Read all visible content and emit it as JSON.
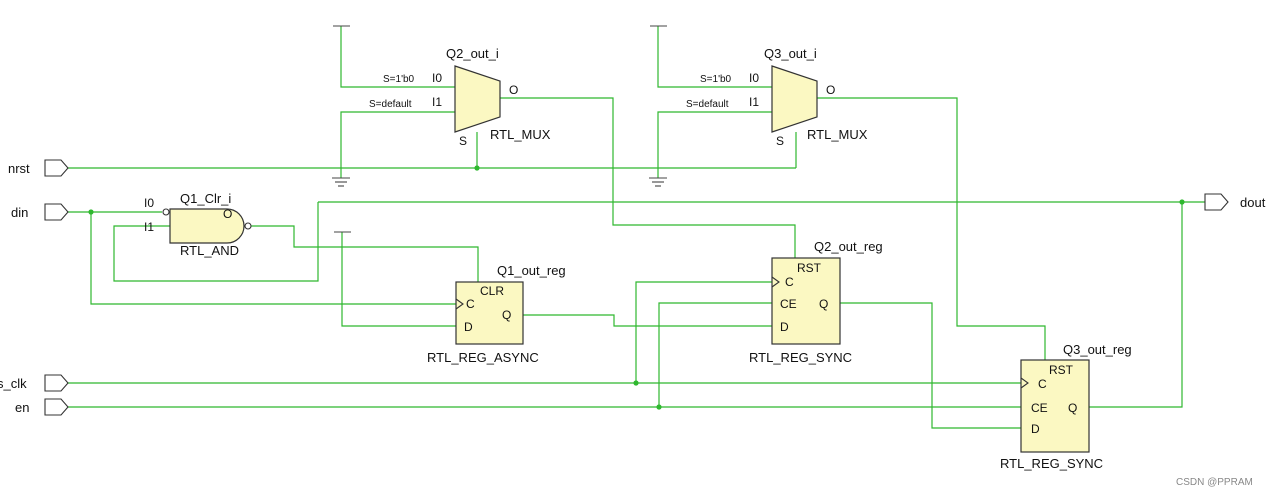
{
  "ports": {
    "inputs": [
      "nrst",
      "din",
      "s_clk",
      "en"
    ],
    "outputs": [
      "dout"
    ]
  },
  "cells": {
    "q2_mux": {
      "instance": "Q2_out_i",
      "type": "RTL_MUX",
      "pins": [
        "I0",
        "I1",
        "S",
        "O"
      ],
      "sel0": "S=1'b0",
      "sel1": "S=default"
    },
    "q3_mux": {
      "instance": "Q3_out_i",
      "type": "RTL_MUX",
      "pins": [
        "I0",
        "I1",
        "S",
        "O"
      ],
      "sel0": "S=1'b0",
      "sel1": "S=default"
    },
    "and_gate": {
      "instance": "Q1_Clr_i",
      "type": "RTL_AND",
      "pins": [
        "I0",
        "I1",
        "O"
      ]
    },
    "q1_reg": {
      "instance": "Q1_out_reg",
      "type": "RTL_REG_ASYNC",
      "pins": [
        "CLR",
        "C",
        "D",
        "Q"
      ]
    },
    "q2_reg": {
      "instance": "Q2_out_reg",
      "type": "RTL_REG_SYNC",
      "pins": [
        "RST",
        "C",
        "CE",
        "D",
        "Q"
      ]
    },
    "q3_reg": {
      "instance": "Q3_out_reg",
      "type": "RTL_REG_SYNC",
      "pins": [
        "RST",
        "C",
        "CE",
        "D",
        "Q"
      ]
    }
  },
  "watermark": "CSDN @PPRAM",
  "colors": {
    "wire": "#2fb82f",
    "cell_fill": "#fbf8c2",
    "outline": "#333333"
  }
}
